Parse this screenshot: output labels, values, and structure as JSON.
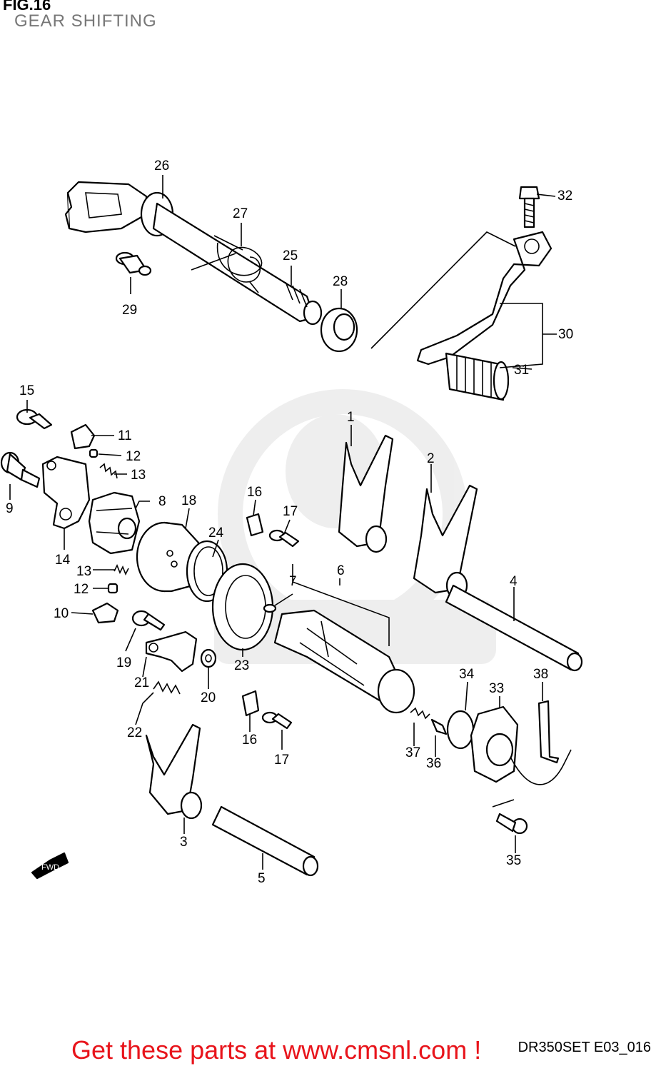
{
  "figure": {
    "number": "FIG.16",
    "title": "GEAR SHIFTING"
  },
  "ref_code": "DR350SET E03_016",
  "promo_text": "Get these parts at www.cmsnl.com !",
  "arrow_label": "FWD",
  "callouts": [
    "1",
    "2",
    "3",
    "4",
    "5",
    "6",
    "7",
    "8",
    "9",
    "10",
    "11",
    "12",
    "12",
    "13",
    "13",
    "14",
    "15",
    "16",
    "16",
    "17",
    "17",
    "18",
    "19",
    "20",
    "21",
    "22",
    "23",
    "24",
    "25",
    "26",
    "27",
    "28",
    "29",
    "30",
    "31",
    "32",
    "33",
    "34",
    "35",
    "36",
    "37",
    "38"
  ],
  "colors": {
    "promo": "#e8141b",
    "line": "#000000",
    "watermark": "#ededed"
  }
}
